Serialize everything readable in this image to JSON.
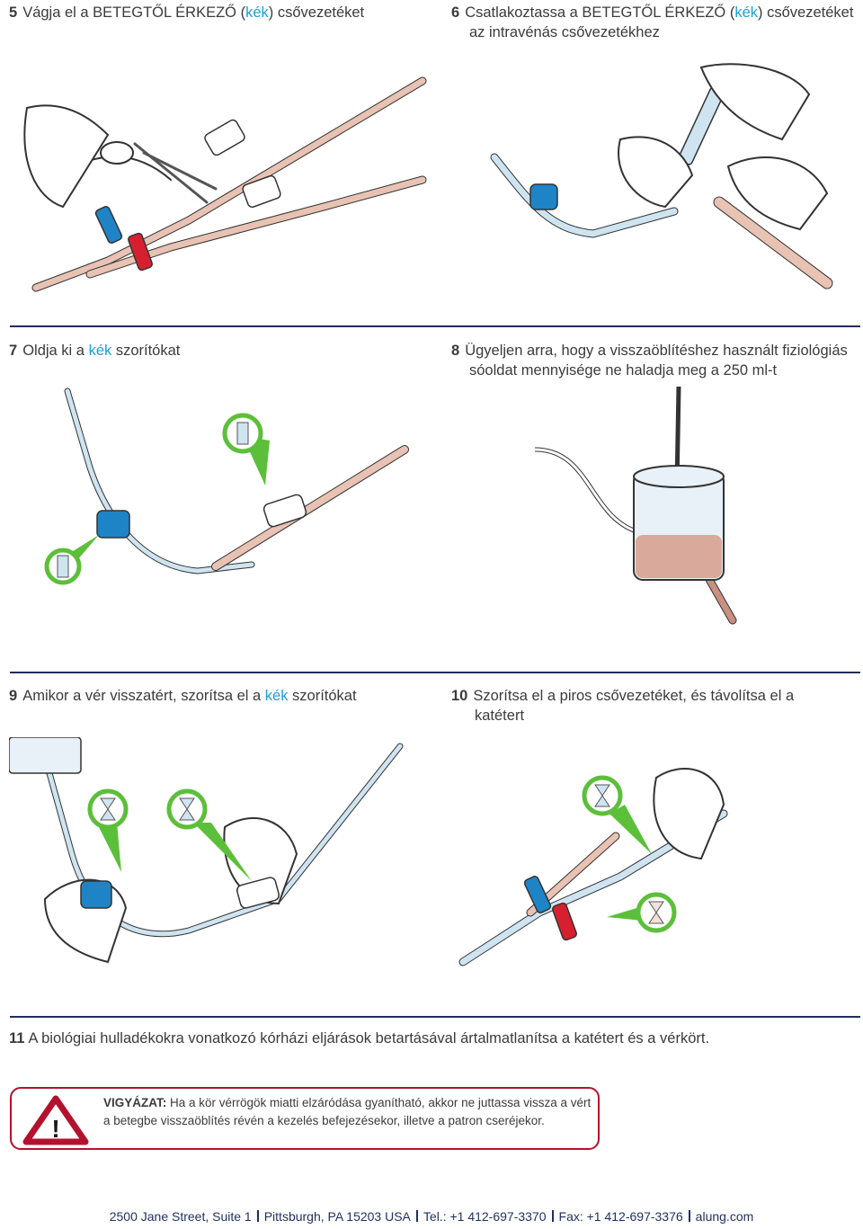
{
  "steps": [
    {
      "num": "5",
      "pre": "Vágja el a BETEGTŐL ÉRKEZŐ (",
      "blue": "kék",
      "post": ") csővezetéket"
    },
    {
      "num": "6",
      "pre": "Csatlakoztassa a BETEGTŐL ÉRKEZŐ (",
      "blue": "kék",
      "post": ") csővezetéket",
      "line2": "az intravénás csővezetékhez"
    },
    {
      "num": "7",
      "pre": "Oldja ki a ",
      "blue": "kék",
      "post": " szorítókat"
    },
    {
      "num": "8",
      "pre": "Ügyeljen arra, hogy a visszaöblítéshez használt fiziológiás",
      "line2": "sóoldat mennyisége ne haladja meg a 250 ml-t"
    },
    {
      "num": "9",
      "pre": "Amikor a vér visszatért, szorítsa el a ",
      "blue": "kék",
      "post": " szorítókat"
    },
    {
      "num": "10",
      "pre": "Szorítsa el a piros csővezetéket, és távolítsa el a",
      "line2": "katétert"
    }
  ],
  "step11": {
    "num": "11",
    "text": "A biológiai hulladékokra vonatkozó kórházi eljárások betartásával ártalmatlanítsa a katétert és a vérkört."
  },
  "warning": {
    "label": "VIGYÁZAT:",
    "text": " Ha a kör vérrögök miatti elzáródása gyanítható, akkor ne juttassa vissza a vért a betegbe visszaöblítés révén a kezelés befejezésekor, illetve a patron cseréjekor.",
    "symbol": "!"
  },
  "footer": {
    "address": "2500 Jane Street, Suite 1",
    "city": "Pittsburgh, PA 15203 USA",
    "tel": "Tel.: +1 412-697-3370",
    "fax": "Fax: +1 412-697-3376",
    "web": "alung.com"
  },
  "colors": {
    "accent_blue": "#1aa0d8",
    "navy": "#1f2f5c",
    "warning_red": "#b3122f",
    "tube_blood": "#e8c2b3",
    "tube_saline": "#cfe4f1",
    "clamp_blue": "#1f84c6",
    "clamp_red": "#d6202f"
  }
}
